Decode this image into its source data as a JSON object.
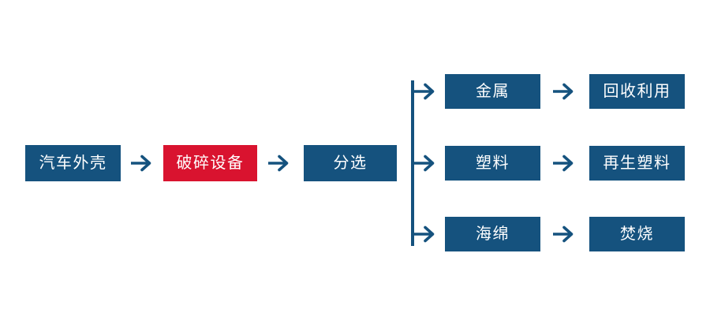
{
  "diagram": {
    "title_semantic": "car-shell-recycling-flowchart",
    "colors": {
      "canvas_bg": "#ffffff",
      "node_blue": "#15527E",
      "node_red": "#D9132F",
      "connector_blue": "#15527E",
      "label_text": "#ffffff"
    },
    "icons": {
      "arrow_right": "→"
    },
    "main_flow": {
      "car_shell_label": "汽车外壳",
      "crushing_equipment_label": "破碎设备",
      "sorting_label": "分选"
    },
    "branches": [
      {
        "material_label": "金属",
        "outcome_label": "回收利用"
      },
      {
        "material_label": "塑料",
        "outcome_label": "再生塑料"
      },
      {
        "material_label": "海绵",
        "outcome_label": "焚烧"
      }
    ]
  }
}
